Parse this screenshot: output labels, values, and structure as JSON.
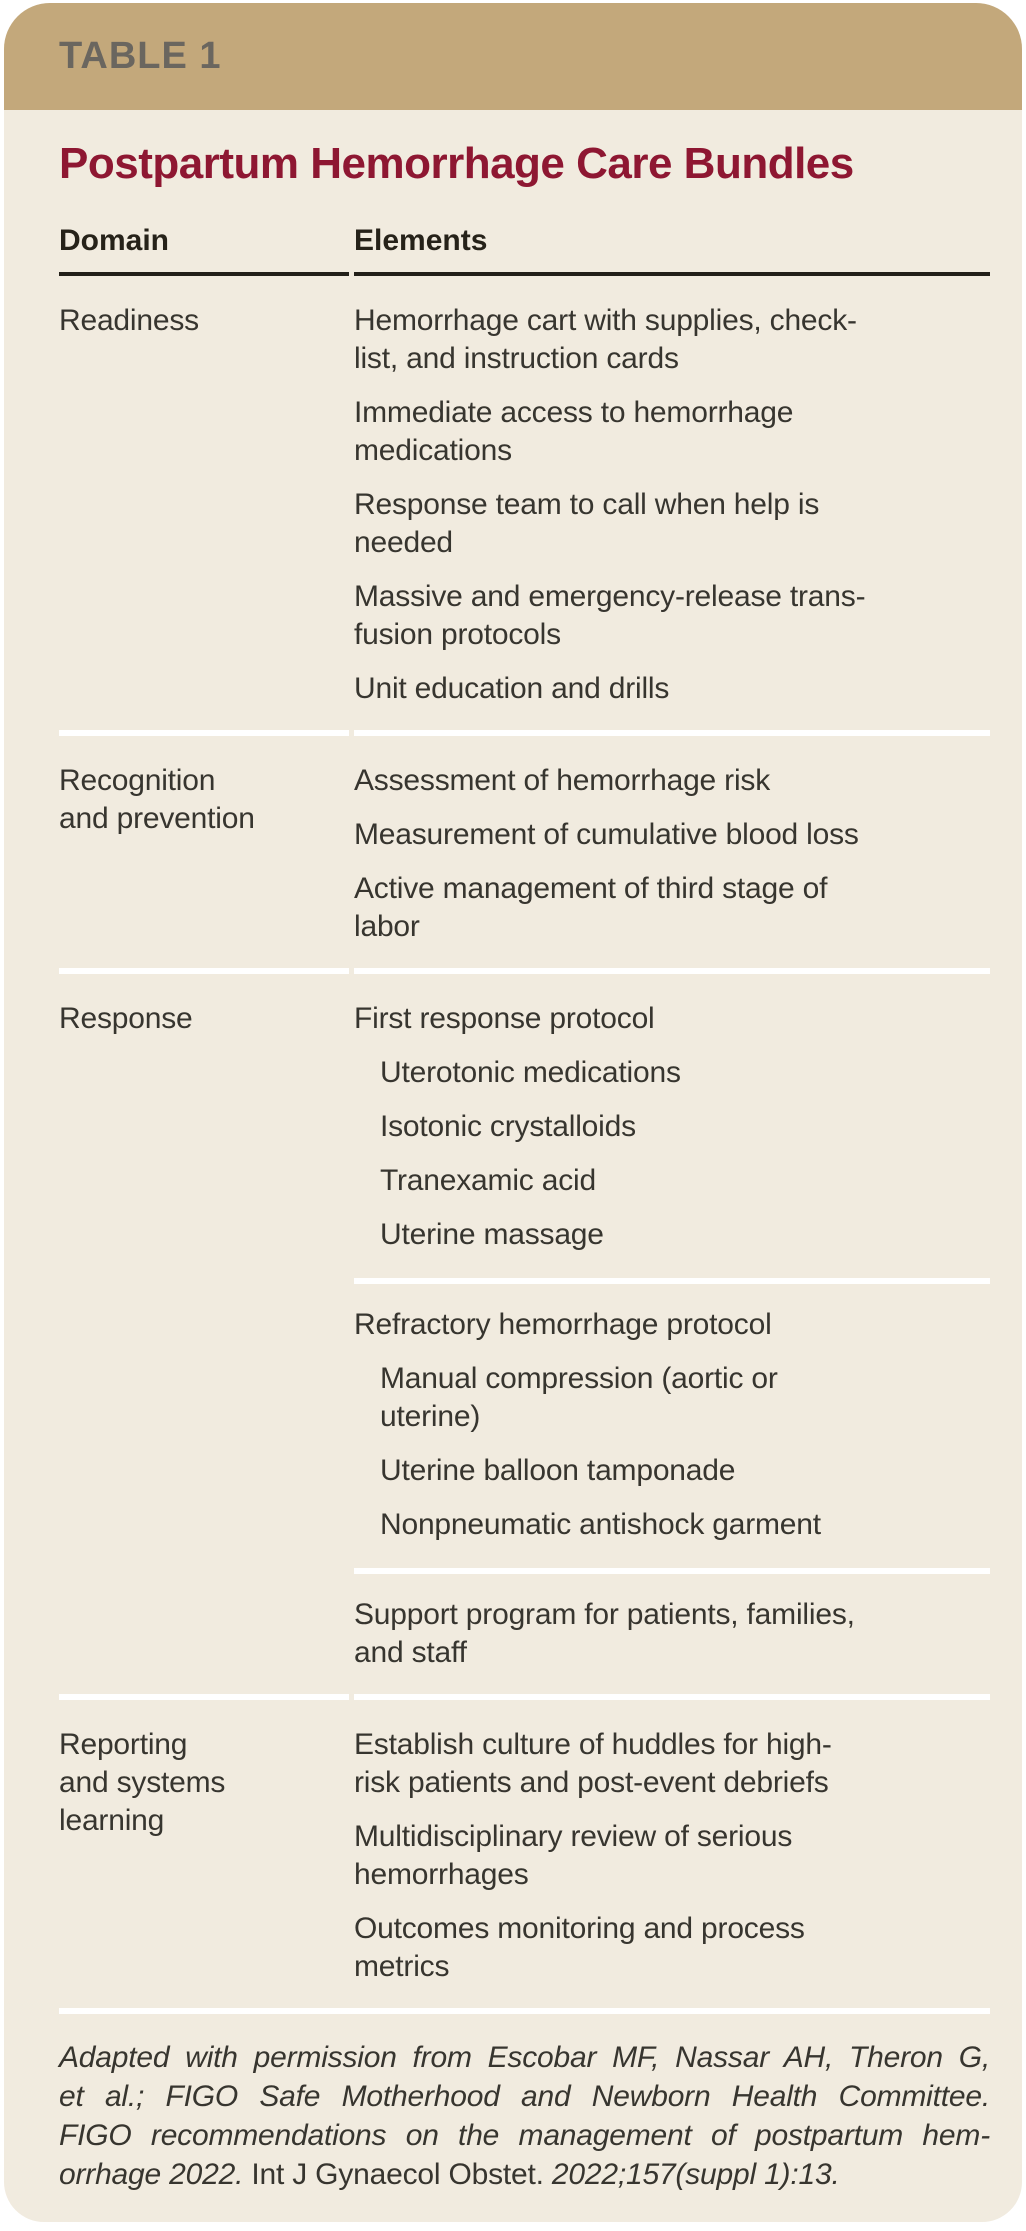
{
  "colors": {
    "band": "#c3a87b",
    "band_text": "#6a665f",
    "card_bg": "#f1ebdf",
    "title": "#8e1732",
    "text": "#37352f",
    "heading": "#262219",
    "rule_dark": "#232019",
    "rule_light": "#ffffff",
    "page_bg": "#ffffff"
  },
  "header": {
    "tag": "TABLE 1",
    "title": "Postpartum Hemorrhage Care Bundles"
  },
  "columns": {
    "domain": "Domain",
    "elements": "Elements"
  },
  "sections": [
    {
      "domain": "Readiness",
      "groups": [
        {
          "items": [
            {
              "text": "Hemorrhage cart with supplies, check-\nlist, and instruction cards",
              "indent": false
            },
            {
              "text": "Immediate access to hemorrhage\nmedications",
              "indent": false
            },
            {
              "text": "Response team to call when help is\nneeded",
              "indent": false
            },
            {
              "text": "Massive and emergency-release trans-\nfusion protocols",
              "indent": false
            },
            {
              "text": "Unit education and drills",
              "indent": false
            }
          ]
        }
      ]
    },
    {
      "domain": "Recognition\nand prevention",
      "groups": [
        {
          "items": [
            {
              "text": "Assessment of hemorrhage risk",
              "indent": false
            },
            {
              "text": "Measurement of cumulative blood loss",
              "indent": false
            },
            {
              "text": "Active management of third stage of\nlabor",
              "indent": false
            }
          ]
        }
      ]
    },
    {
      "domain": "Response",
      "groups": [
        {
          "items": [
            {
              "text": "First response protocol",
              "indent": false
            },
            {
              "text": "Uterotonic medications",
              "indent": true
            },
            {
              "text": "Isotonic crystalloids",
              "indent": true
            },
            {
              "text": "Tranexamic acid",
              "indent": true
            },
            {
              "text": "Uterine massage",
              "indent": true
            }
          ]
        },
        {
          "items": [
            {
              "text": "Refractory hemorrhage protocol",
              "indent": false
            },
            {
              "text": "Manual compression (aortic or\nuterine)",
              "indent": true
            },
            {
              "text": "Uterine balloon tamponade",
              "indent": true
            },
            {
              "text": "Nonpneumatic antishock garment",
              "indent": true
            }
          ]
        },
        {
          "items": [
            {
              "text": "Support program for patients, families,\nand staff",
              "indent": false
            }
          ]
        }
      ]
    },
    {
      "domain": "Reporting\nand systems\nlearning",
      "groups": [
        {
          "items": [
            {
              "text": "Establish culture of huddles for high-\nrisk patients and post-event debriefs",
              "indent": false
            },
            {
              "text": "Multidisciplinary review of serious\nhemorrhages",
              "indent": false
            },
            {
              "text": "Outcomes monitoring and process\nmetrics",
              "indent": false
            }
          ]
        }
      ]
    }
  ],
  "footnote": {
    "lines": [
      {
        "justify": true,
        "segments": [
          {
            "text": "Adapted with permission from Escobar MF, Nassar AH, Theron G,",
            "roman": false
          }
        ]
      },
      {
        "justify": true,
        "segments": [
          {
            "text": "et al.; FIGO Safe Motherhood and Newborn Health Committee.",
            "roman": false
          }
        ]
      },
      {
        "justify": true,
        "segments": [
          {
            "text": "FIGO recommendations on the management of postpartum hem-",
            "roman": false
          }
        ]
      },
      {
        "justify": false,
        "segments": [
          {
            "text": "orrhage 2022. ",
            "roman": false
          },
          {
            "text": "Int J Gynaecol Obstet. ",
            "roman": true
          },
          {
            "text": "2022;157(suppl 1):13.",
            "roman": false
          }
        ]
      }
    ]
  }
}
